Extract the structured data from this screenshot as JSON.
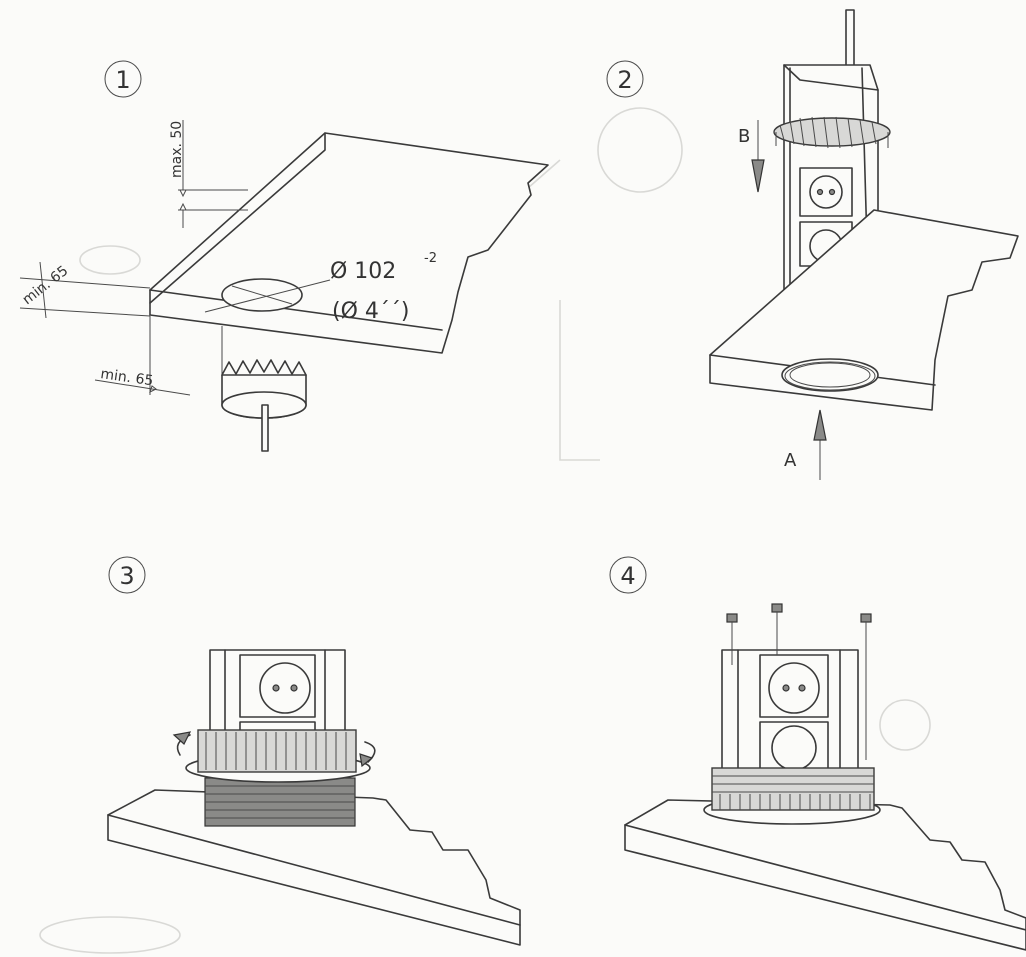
{
  "steps": [
    {
      "number": "1"
    },
    {
      "number": "2"
    },
    {
      "number": "3"
    },
    {
      "number": "4"
    }
  ],
  "step1": {
    "max_thickness": "max. 50",
    "min_edge_side": "min. 65",
    "min_edge_front": "min. 65",
    "hole_diameter": "Ø 102",
    "hole_tolerance": "-2",
    "hole_inches": "(Ø 4´´)"
  },
  "step2": {
    "arrow_a": "A",
    "arrow_b": "B"
  }
}
